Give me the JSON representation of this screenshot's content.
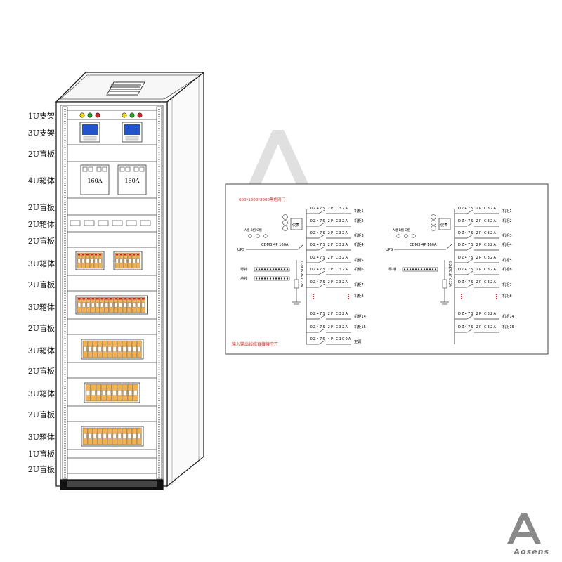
{
  "cabinet": {
    "labels": [
      "1U支架",
      "3U支架",
      "2U盲板",
      "4U箱体",
      "2U盲板",
      "2U箱体",
      "2U盲板",
      "3U箱体",
      "2U盲板",
      "3U箱体",
      "2U盲板",
      "3U箱体",
      "2U盲板",
      "3U箱体",
      "2U盲板",
      "3U箱体",
      "1U盲板",
      "2U盲板"
    ],
    "breaker_rating": "160A",
    "colors": {
      "indicator_yellow": "#f2d600",
      "indicator_green": "#22aa22",
      "indicator_red": "#dd2222",
      "meter_blue": "#2255cc",
      "breaker_orange": "#f5b04a",
      "breaker_red": "#cc2222"
    }
  },
  "schematic": {
    "title": "600*1200*2000黑色网门",
    "note": "输入输出线缆直接接空开",
    "left": {
      "meter": "仪表",
      "lamps": "A相 B相 C相",
      "main": "CDM3 4P 160A",
      "ups": "UPS",
      "neutral": "零排",
      "ground": "地排",
      "spd": "DZ47S 4P C32A",
      "feeders": [
        {
          "spec": "DZ47S 2P C32A",
          "name": "机柜1"
        },
        {
          "spec": "DZ47S 2P C32A",
          "name": "机柜2"
        },
        {
          "spec": "DZ47S 2P C32A",
          "name": "机柜3"
        },
        {
          "spec": "DZ47S 2P C32A",
          "name": "机柜4"
        },
        {
          "spec": "DZ47S 2P C32A",
          "name": "机柜5"
        },
        {
          "spec": "DZ47S 2P C32A",
          "name": "机柜6"
        },
        {
          "spec": "DZ47S 2P C32A",
          "name": "机柜7"
        },
        {
          "spec": "",
          "name": "机柜8"
        },
        {
          "spec": "DZ47S 2P C32A",
          "name": "机柜14"
        },
        {
          "spec": "DZ47S 2P C32A",
          "name": "机柜15"
        },
        {
          "spec": "DZ47S 4P C100A",
          "name": "空调"
        }
      ]
    },
    "right": {
      "meter": "仪表",
      "lamps": "A相 B相 C相",
      "main": "CDM3 4P 160A",
      "ups": "UPS",
      "neutral": "零排",
      "spd": "DZ47S 4P C32A",
      "feeders": [
        {
          "spec": "DZ47S 2P C32A",
          "name": "机柜1"
        },
        {
          "spec": "DZ47S 2P C32A",
          "name": "机柜2"
        },
        {
          "spec": "DZ47S 2P C32A",
          "name": "机柜3"
        },
        {
          "spec": "DZ47S 2P C32A",
          "name": "机柜4"
        },
        {
          "spec": "DZ47S 2P C32A",
          "name": "机柜5"
        },
        {
          "spec": "DZ47S 2P C32A",
          "name": "机柜6"
        },
        {
          "spec": "DZ47S 2P C32A",
          "name": "机柜7"
        },
        {
          "spec": "",
          "name": "机柜8"
        },
        {
          "spec": "DZ47S 2P C32A",
          "name": "机柜14"
        },
        {
          "spec": "DZ47S 2P C32A",
          "name": "机柜15"
        }
      ]
    }
  },
  "logo": {
    "text": "Aosens"
  }
}
